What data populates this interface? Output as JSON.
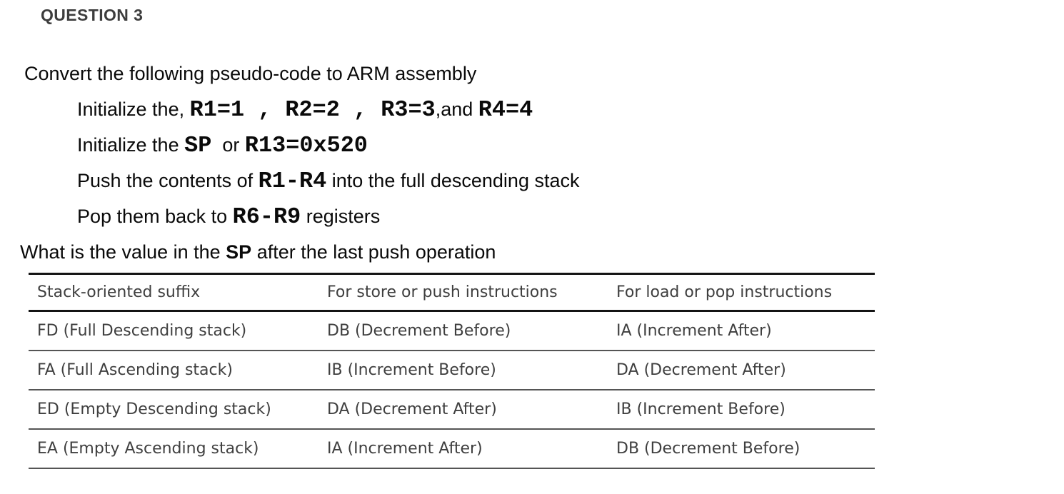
{
  "heading": "QUESTION 3",
  "body": {
    "intro": "Convert the following pseudo-code to ARM assembly",
    "steps": [
      [
        {
          "t": "Initialize the, ",
          "s": "sans"
        },
        {
          "t": "R1=1 , R2=2 , R3=3",
          "s": "mono"
        },
        {
          "t": ",and ",
          "s": "sans"
        },
        {
          "t": "R4=4",
          "s": "mono"
        }
      ],
      [
        {
          "t": "Initialize the ",
          "s": "sans"
        },
        {
          "t": "SP",
          "s": "mono"
        },
        {
          "t": "  or ",
          "s": "sans"
        },
        {
          "t": "R13=0x520",
          "s": "mono"
        }
      ],
      [
        {
          "t": "Push the contents of ",
          "s": "sans"
        },
        {
          "t": "R1-R4",
          "s": "mono"
        },
        {
          "t": " into the full descending stack",
          "s": "sans"
        }
      ],
      [
        {
          "t": "Pop them back to ",
          "s": "sans"
        },
        {
          "t": "R6-R9",
          "s": "mono"
        },
        {
          "t": " registers",
          "s": "sans"
        }
      ]
    ],
    "question": [
      {
        "t": "What is the value in the ",
        "s": "sans"
      },
      {
        "t": "SP",
        "s": "bold"
      },
      {
        "t": " after the last push operation",
        "s": "sans"
      }
    ]
  },
  "table": {
    "headers": [
      "Stack-oriented suffix",
      "For store or push instructions",
      "For load or pop instructions"
    ],
    "rows": [
      [
        "FD (Full Descending stack)",
        "DB (Decrement Before)",
        "IA (Increment After)"
      ],
      [
        "FA (Full Ascending stack)",
        "IB (Increment Before)",
        "DA (Decrement After)"
      ],
      [
        "ED (Empty Descending stack)",
        "DA (Decrement After)",
        "IB (Increment Before)"
      ],
      [
        "EA (Empty Ascending stack)",
        "IA (Increment After)",
        "DB (Decrement Before)"
      ]
    ]
  },
  "colors": {
    "heading": "#3d3d3d",
    "body_text": "#0a0a0a",
    "table_text": "#3f3f3f",
    "border_heavy": "#141414",
    "border_light": "#555555",
    "page_bg": "#ffffff"
  }
}
